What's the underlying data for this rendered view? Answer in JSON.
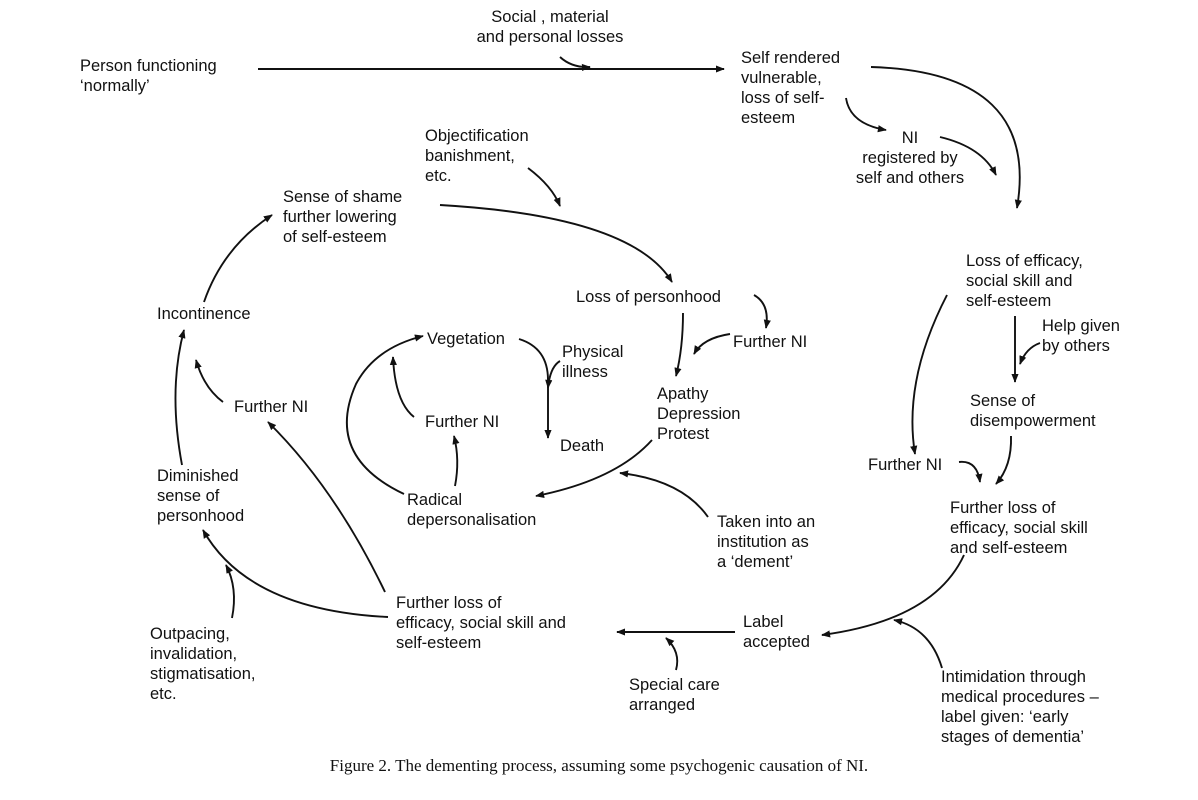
{
  "nodes": {
    "person_normal": "Person functioning\n‘normally’",
    "social_losses": "Social , material\nand personal losses",
    "self_vulnerable": "Self rendered\nvulnerable,\nloss of self-\nesteem",
    "ni_registered": "NI\nregistered by\nself and others",
    "objectification": "Objectification\nbanishment,\netc.",
    "sense_shame": "Sense of shame\nfurther lowering\nof self-esteem",
    "loss_efficacy_1": "Loss of efficacy,\nsocial skill and\nself-esteem",
    "loss_personhood": "Loss of personhood",
    "incontinence": "Incontinence",
    "vegetation": "Vegetation",
    "physical_illness": "Physical\nillness",
    "further_ni_a": "Further NI",
    "help_given": "Help given\nby others",
    "apathy": "Apathy\nDepression\nProtest",
    "further_ni_b": "Further NI",
    "further_ni_c": "Further NI",
    "death": "Death",
    "sense_disempowerment": "Sense of\ndisempowerment",
    "further_ni_d": "Further NI",
    "diminished_personhood": "Diminished\nsense of\npersonhood",
    "radical_depersonalisation": "Radical\ndepersonalisation",
    "taken_institution": "Taken into an\ninstitution as\na ‘dement’",
    "further_loss_2": "Further loss of\nefficacy, social skill\nand self-esteem",
    "further_loss_3": "Further loss of\nefficacy, social skill and\nself-esteem",
    "label_accepted": "Label\naccepted",
    "outpacing": "Outpacing,\ninvalidation,\nstigmatisation,\netc.",
    "special_care": "Special care\narranged",
    "intimidation": "Intimidation through\nmedical procedures –\nlabel given: ‘early\nstages of dementia’"
  },
  "caption": "Figure 2. The dementing process, assuming some psychogenic causation of NI."
}
